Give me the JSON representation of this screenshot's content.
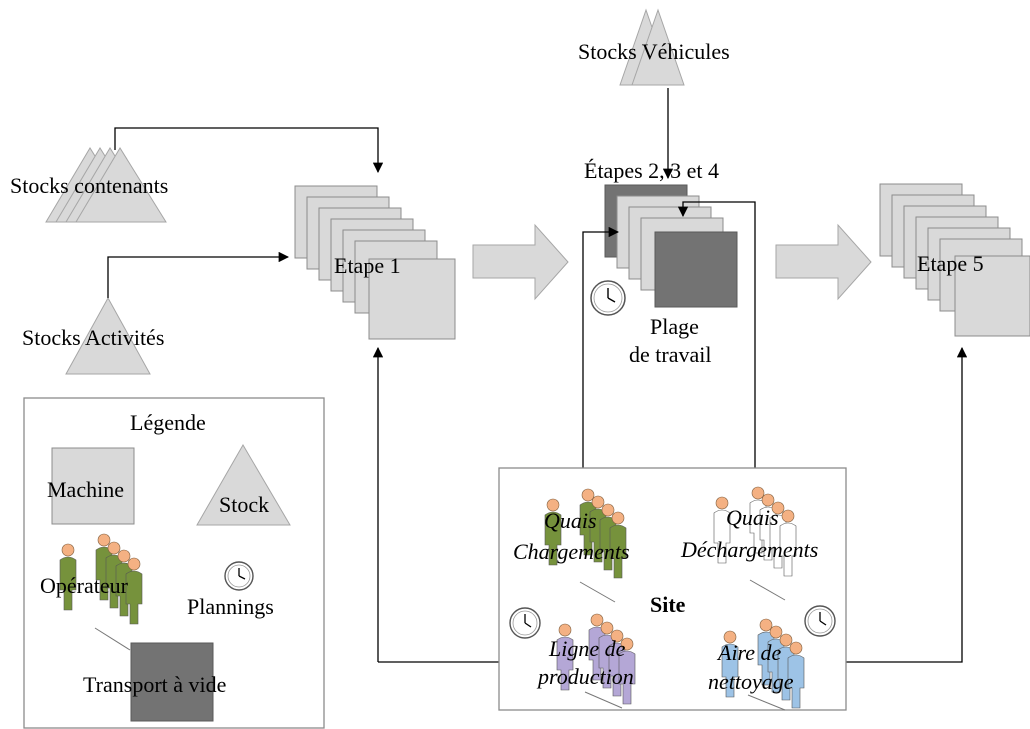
{
  "stocks": {
    "vehicules": "Stocks Véhicules",
    "contenants": "Stocks contenants",
    "activites": "Stocks Activités"
  },
  "stages": {
    "etape1": "Etape 1",
    "etapes234": "Étapes 2, 3 et 4",
    "plage_line1": "Plage",
    "plage_line2": "de travail",
    "etape5": "Etape 5"
  },
  "legend": {
    "title": "Légende",
    "machine": "Machine",
    "stock": "Stock",
    "operateur": "Opérateur",
    "plannings": "Plannings",
    "transport": "Transport à vide"
  },
  "site": {
    "title": "Site",
    "quais_charg_1": "Quais",
    "quais_charg_2": "Chargements",
    "quais_decharg_1": "Quais",
    "quais_decharg_2": "Déchargements",
    "ligne_1": "Ligne de",
    "ligne_2": "production",
    "aire_1": "Aire de",
    "aire_2": "nettoyage"
  },
  "colors": {
    "machine": "#d9d9d9",
    "transport": "#737373",
    "operator_green": "#76923c",
    "operator_white": "#ffffff",
    "operator_purple": "#b4a7d6",
    "operator_blue": "#9dc3e6"
  },
  "icons": [
    "clock-icon",
    "operator-group-icon",
    "machine-stack",
    "stock-triangle",
    "flow-arrow"
  ]
}
